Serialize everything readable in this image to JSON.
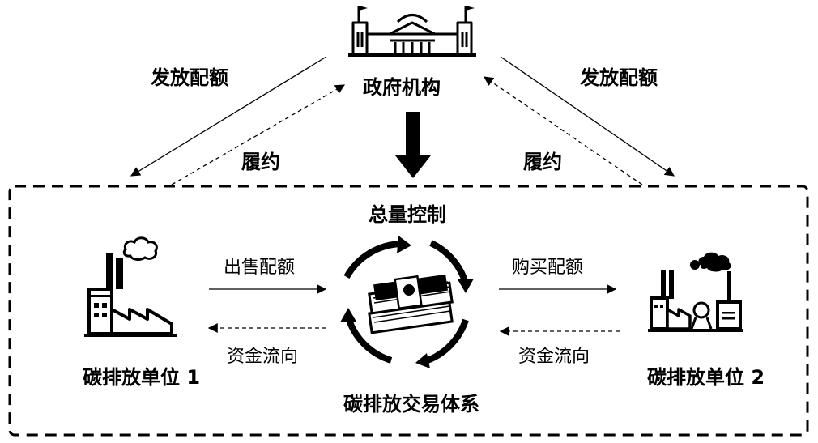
{
  "diagram": {
    "government": "政府机构",
    "issue_left": "发放配额",
    "issue_right": "发放配额",
    "comply_left": "履约",
    "comply_right": "履约",
    "cap_control": "总量控制",
    "sell_quota": "出售配额",
    "buy_quota": "购买配额",
    "fund_flow_left": "资金流向",
    "fund_flow_right": "资金流向",
    "unit_1": "碳排放单位 1",
    "unit_2": "碳排放单位 2",
    "trading_system": "碳排放交易体系"
  },
  "colors": {
    "ink": "#000000",
    "background": "#ffffff"
  }
}
